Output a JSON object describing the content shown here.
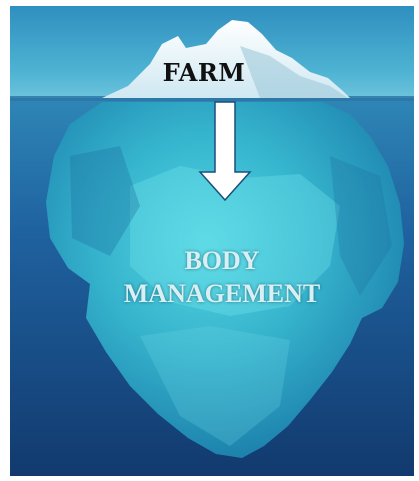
{
  "image": {
    "top_label": "FARM",
    "main_label_line1": "BODY",
    "main_label_line2": "MANAGEMENT",
    "colors": {
      "sky": "#3fa6c8",
      "water_surface": "#2a78a8",
      "deep_water": "#1a4f86",
      "ice_underwater": "#3fc6d8",
      "ice_above": "#f4fbff",
      "arrow": "#ffffff",
      "top_label": "#111111",
      "main_label": "#d8f0f4"
    }
  }
}
